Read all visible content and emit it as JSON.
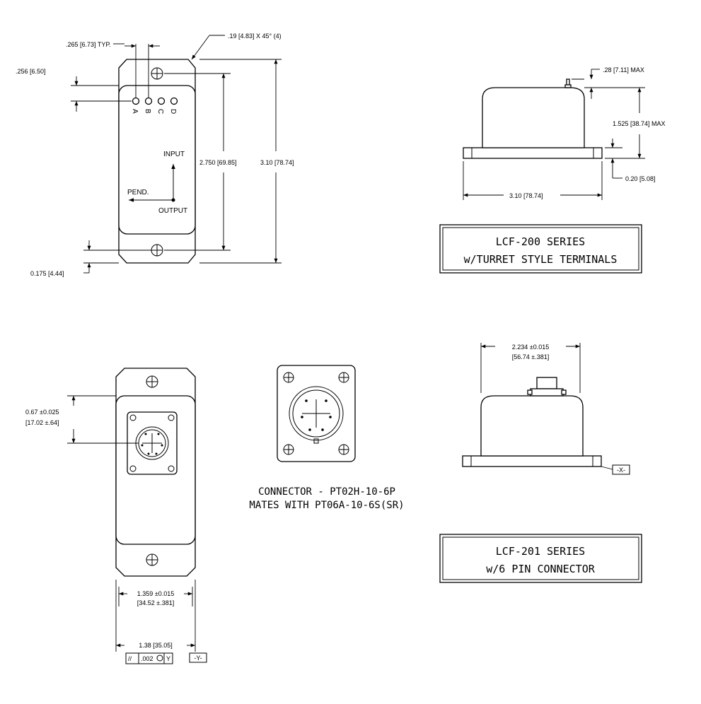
{
  "top_left_view": {
    "dim_typ": ".265 [6.73] TYP.",
    "dim_chamfer": ".19 [4.83] X 45° (4)",
    "dim_terminal_offset": ".256 [6.50]",
    "dim_mount_spacing": "2.750 [69.85]",
    "dim_overall_length": "3.10 [78.74]",
    "dim_mount_edge": "0.175 [4.44]",
    "terminal_labels": [
      "A",
      "B",
      "C",
      "D"
    ],
    "axis_input": "INPUT",
    "axis_pend": "PEND.",
    "axis_output": "OUTPUT"
  },
  "top_right_view": {
    "dim_terminal_height": ".28 [7.11] MAX",
    "dim_body_height": "1.525 [38.74] MAX",
    "dim_flange": "0.20 [5.08]",
    "dim_length": "3.10 [78.74]",
    "title_line1": "LCF-200 SERIES",
    "title_line2": "w/TURRET STYLE TERMINALS"
  },
  "bottom_left_view": {
    "dim_connector_offset_1": "0.67 ±0.025",
    "dim_connector_offset_2": "[17.02 ±.64]",
    "dim_inner_width_1": "1.359 ±0.015",
    "dim_inner_width_2": "[34.52 ±.381]",
    "dim_width": "1.38 [35.05]",
    "tol_parallel": "//",
    "tol_value": ".002",
    "tol_datum": "Y",
    "datum_y": "-Y-"
  },
  "connector_view": {
    "line1": "CONNECTOR - PT02H-10-6P",
    "line2": "MATES WITH PT06A-10-6S(SR)"
  },
  "bottom_right_view": {
    "dim_width_1": "2.234 ±0.015",
    "dim_width_2": "[56.74 ±.381]",
    "datum_x": "-X-",
    "title_line1": "LCF-201 SERIES",
    "title_line2": "w/6 PIN CONNECTOR"
  }
}
